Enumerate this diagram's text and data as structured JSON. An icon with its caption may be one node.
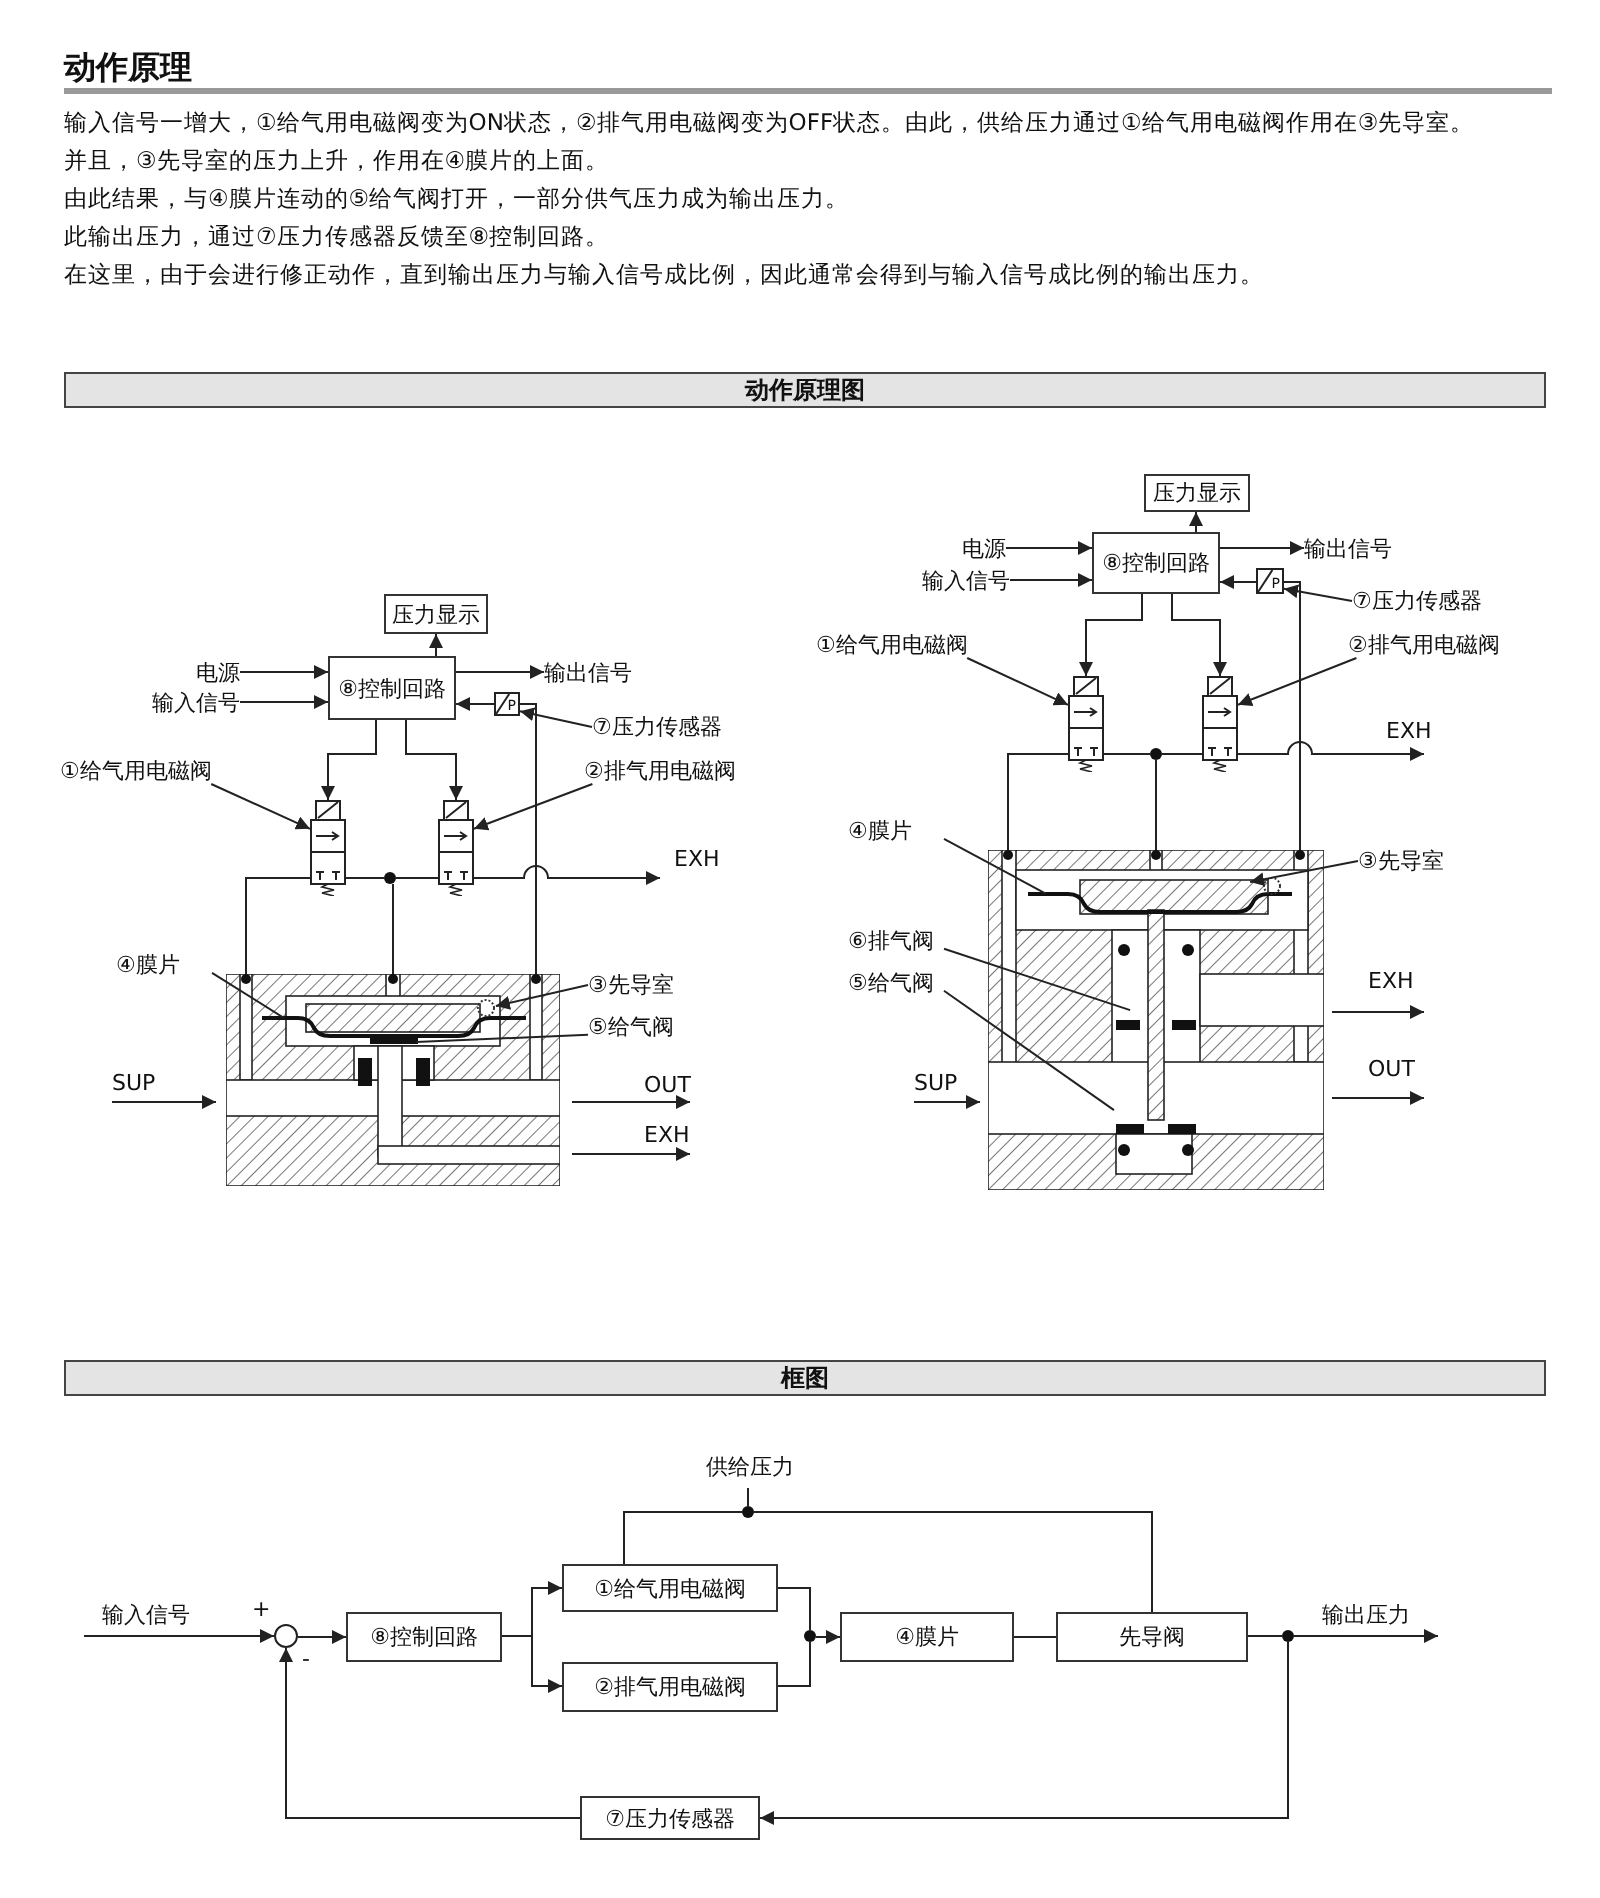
{
  "diagram": {
    "title": "动作原理",
    "nodes": [
      {
        "text": [
          "动作原理图"
        ]
      },
      {
        "text": [
          "压力显示"
        ]
      },
      {
        "text": [
          "⑧控制回路"
        ]
      },
      {
        "text": [
          "电源"
        ]
      },
      {
        "text": [
          "输入信号"
        ]
      },
      {
        "text": [
          "输出信号"
        ]
      },
      {
        "text": [
          "P"
        ]
      },
      {
        "text": [
          "⑦压力传感器"
        ]
      },
      {
        "text": [
          "①给气用电磁阀"
        ]
      },
      {
        "text": [
          "②排气用电磁阀"
        ]
      },
      {
        "text": [],
        "shape": "picture"
      },
      {
        "text": [],
        "shape": "picture"
      },
      {
        "text": [],
        "shape": "circle"
      },
      {
        "text": [],
        "shape": "picture"
      },
      {
        "text": [
          "④膜片"
        ]
      },
      {
        "text": [
          "③先导室"
        ]
      },
      {
        "text": [
          "⑤给气阀"
        ]
      },
      {
        "text": [
          "压力显示"
        ]
      },
      {
        "text": [
          "⑧控制回路"
        ]
      },
      {
        "text": [
          "电源"
        ]
      },
      {
        "text": [
          "输入信号"
        ]
      },
      {
        "text": [
          "输出信号"
        ]
      },
      {
        "text": [
          "P"
        ]
      },
      {
        "text": [
          "⑦压力传感器"
        ]
      },
      {
        "text": [
          "①给气用电磁阀"
        ]
      },
      {
        "text": [
          "②排气用电磁阀"
        ]
      },
      {
        "text": [],
        "shape": "picture"
      },
      {
        "text": [],
        "shape": "picture"
      },
      {
        "text": [],
        "shape": "circle"
      },
      {
        "text": [],
        "shape": "picture"
      },
      {
        "text": [
          "④膜片"
        ]
      },
      {
        "text": [
          "③先导室"
        ]
      },
      {
        "text": [
          "⑥排气阀"
        ]
      },
      {
        "text": [
          "⑤给气阀"
        ]
      },
      {
        "text": [
          "框图"
        ]
      },
      {
        "text": [],
        "shape": "circle"
      },
      {
        "text": [
          "⑧控制回路"
        ]
      },
      {
        "text": [
          "①给气用电磁阀"
        ]
      },
      {
        "text": [
          "②排气用电磁阀"
        ]
      },
      {
        "text": [],
        "shape": "circle"
      },
      {
        "text": [
          "④膜片"
        ]
      },
      {
        "text": [
          "先导阀"
        ]
      },
      {
        "text": [],
        "shape": "circle"
      },
      {
        "text": [],
        "shape": "circle"
      },
      {
        "text": [
          "⑦压力传感器"
        ]
      }
    ],
    "edges": [
      {
        "from": 2,
        "to": 1,
        "arrow": "to"
      },
      {
        "from": 3,
        "to": 2,
        "arrow": "to"
      },
      {
        "from": 4,
        "to": 2,
        "arrow": "to"
      },
      {
        "from": 2,
        "to": 5,
        "arrow": "to"
      },
      {
        "from": 6,
        "to": 2,
        "arrow": "to"
      },
      {
        "from": 2,
        "to": 10,
        "arrow": "to"
      },
      {
        "from": 2,
        "to": 11,
        "arrow": "to"
      },
      {
        "from": 7,
        "to": 6,
        "arrow": "to"
      },
      {
        "from": 8,
        "to": 10,
        "arrow": "to"
      },
      {
        "from": 9,
        "to": 11,
        "arrow": "to"
      },
      {
        "from": 10,
        "to": 13,
        "arrow": "none"
      },
      {
        "from": 10,
        "to": 12,
        "arrow": "none"
      },
      {
        "from": 12,
        "to": 11,
        "arrow": "none"
      },
      {
        "from": 12,
        "to": 13,
        "arrow": "none"
      },
      {
        "from": 6,
        "to": 13,
        "arrow": "none"
      },
      {
        "from": 11,
        "to": null,
        "arrow": "to",
        "label": "EXH"
      },
      {
        "from": 14,
        "to": 13,
        "arrow": "none"
      },
      {
        "from": 15,
        "to": 13,
        "arrow": "to"
      },
      {
        "from": 16,
        "to": 13,
        "arrow": "none"
      },
      {
        "from": 18,
        "to": 17,
        "arrow": "to"
      },
      {
        "from": 19,
        "to": 18,
        "arrow": "to"
      },
      {
        "from": 20,
        "to": 18,
        "arrow": "to"
      },
      {
        "from": 18,
        "to": 21,
        "arrow": "to"
      },
      {
        "from": 22,
        "to": 18,
        "arrow": "to"
      },
      {
        "from": 18,
        "to": 26,
        "arrow": "to"
      },
      {
        "from": 18,
        "to": 27,
        "arrow": "to"
      },
      {
        "from": 23,
        "to": 22,
        "arrow": "to"
      },
      {
        "from": 24,
        "to": 26,
        "arrow": "to"
      },
      {
        "from": 25,
        "to": 27,
        "arrow": "to"
      },
      {
        "from": 26,
        "to": 29,
        "arrow": "none"
      },
      {
        "from": 26,
        "to": 28,
        "arrow": "none"
      },
      {
        "from": 28,
        "to": 27,
        "arrow": "none"
      },
      {
        "from": 28,
        "to": 29,
        "arrow": "none"
      },
      {
        "from": 22,
        "to": 29,
        "arrow": "none"
      },
      {
        "from": 27,
        "to": null,
        "arrow": "to",
        "label": "EXH"
      },
      {
        "from": 30,
        "to": 29,
        "arrow": "none"
      },
      {
        "from": 31,
        "to": 29,
        "arrow": "to"
      },
      {
        "from": 32,
        "to": 29,
        "arrow": "none"
      },
      {
        "from": 33,
        "to": 29,
        "arrow": "none"
      },
      {
        "from": null,
        "to": 35,
        "arrow": "to",
        "label": "输入信号"
      },
      {
        "from": 35,
        "to": 36,
        "arrow": "to"
      },
      {
        "from": 36,
        "to": 37,
        "arrow": "to"
      },
      {
        "from": 36,
        "to": 38,
        "arrow": "to"
      },
      {
        "from": 37,
        "to": 39,
        "arrow": "none"
      },
      {
        "from": 38,
        "to": 39,
        "arrow": "none"
      },
      {
        "from": 39,
        "to": 40,
        "arrow": "to"
      },
      {
        "from": 40,
        "to": 41,
        "arrow": "none"
      },
      {
        "from": 41,
        "to": 42,
        "arrow": "none"
      },
      {
        "from": 42,
        "to": null,
        "arrow": "to",
        "label": "输出压力"
      },
      {
        "from": 42,
        "to": 44,
        "arrow": "to"
      },
      {
        "from": 44,
        "to": 35,
        "arrow": "to"
      },
      {
        "from": null,
        "to": 43,
        "arrow": "none",
        "label": "供给压力"
      },
      {
        "from": 43,
        "to": 37,
        "arrow": "none"
      },
      {
        "from": 43,
        "to": 41,
        "arrow": "none"
      }
    ],
    "labels": [
      "输入信号一增大，①给气用电磁阀变为ON状态，②排气用电磁阀变为OFF状态。由此，供给压力通过①给气用电磁阀作用在③先导室。",
      "并且，③先导室的压力上升，作用在④膜片的上面。",
      "由此结果，与④膜片连动的⑤给气阀打开，一部分供气压力成为输出压力。",
      "此输出压力，通过⑦压力传感器反馈至⑧控制回路。",
      "在这里，由于会进行修正动作，直到输出压力与输入信号成比例，因此通常会得到与输入信号成比例的输出压力。",
      "SUP",
      "OUT",
      "EXH",
      "EXH",
      "OUT",
      "SUP",
      "+",
      "-"
    ]
  }
}
